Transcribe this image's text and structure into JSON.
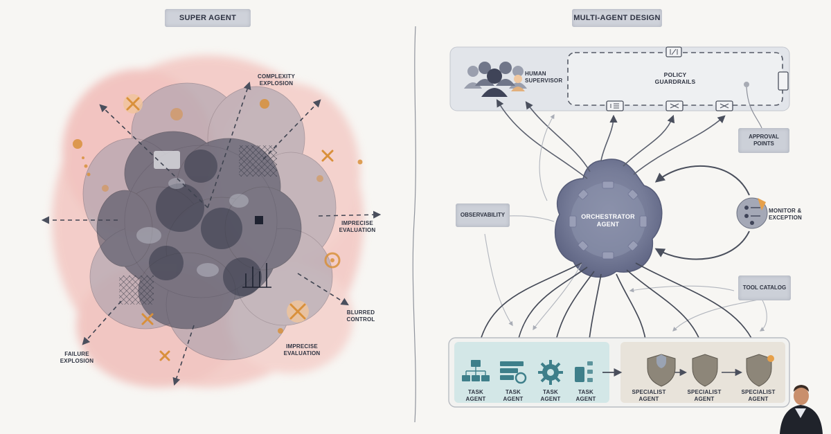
{
  "left": {
    "title": "SUPER AGENT",
    "labels": {
      "complexity": "COMPLEXITY\nEXPLOSION",
      "imprecise_right": "IMPRECISE\nEVALUATION",
      "blurred": "BLURRED\nCONTROL",
      "imprecise_bottom": "IMPRECISE\nEVALUATION",
      "failure": "FAILURE\nEXPLOSION"
    }
  },
  "right": {
    "title": "MULTI-AGENT DESIGN",
    "human_supervisor": "HUMAN\nSUPERVISOR",
    "policy_guardrails": "POLICY\nGUARDRAILS",
    "approval_points": "APPROVAL\nPOINTS",
    "observability": "OBSERVABILITY",
    "orchestrator": "ORCHESTRATOR\nAGENT",
    "monitor": "MONITOR &\nEXCEPTION",
    "tool_catalog": "TOOL CATALOG",
    "task_agents": [
      "TASK\nAGENT",
      "TASK\nAGENT",
      "TASK\nAGENT",
      "TASK\nAGENT"
    ],
    "specialist_agents": [
      "SPECIALIST\nAGENT",
      "SPECIALIST\nAGENT",
      "SPECIALIST\nAGENT"
    ]
  },
  "colors": {
    "ink": "#3a3f4d",
    "blob_dark": "#3d4254",
    "blob_mid": "#6a6f82",
    "pink": "#f2b8b4",
    "orange": "#d9903a",
    "teal": "#cfe6e6",
    "sand": "#e7e2d8",
    "teal_icon": "#3e7f8a",
    "shield": "#8d8679"
  },
  "icons": [
    "people-icon",
    "hierarchy-icon",
    "list-icon",
    "gear-icon",
    "flow-icon",
    "shield-icon",
    "x-mark-icon",
    "monitor-icon"
  ]
}
